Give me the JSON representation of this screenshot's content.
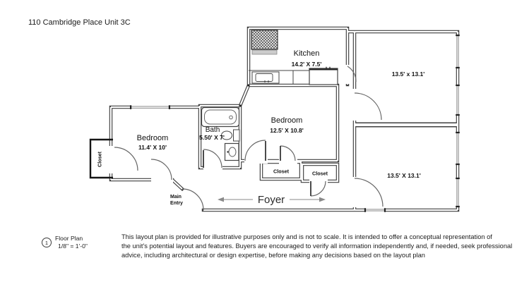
{
  "title": "110 Cambridge Place Unit 3C",
  "plan": {
    "kitchen": {
      "name": "Kitchen",
      "dims": "14.2' X 7.5'"
    },
    "bedroom_center": {
      "name": "Bedroom",
      "dims": "12.5' X 10.8'"
    },
    "bedroom_left": {
      "name": "Bedroom",
      "dims": "11.4' X 10'"
    },
    "bath": {
      "name": "Bath",
      "dims": "5.50' X 7'"
    },
    "room_top_right": {
      "dims": "13.5' x 13.1'"
    },
    "room_bottom_right": {
      "dims": "13.5' X 13.1'"
    },
    "closet_left_bedroom": {
      "label": "Closet"
    },
    "closet_hall_1": {
      "label": "Closet"
    },
    "closet_hall_2": {
      "label": "Closet"
    },
    "foyer": {
      "label": "Foyer"
    },
    "main_entry": {
      "line1": "Main",
      "line2": "Entry"
    }
  },
  "legend": {
    "number": "1",
    "name": "Floor Plan",
    "scale": "1/8\" = 1'-0\""
  },
  "disclaimer": {
    "line1": "This layout plan is provided for illustrative purposes only and is not to scale. It is intended to offer a conceptual representation of",
    "line2": "the unit's potential layout and features. Buyers are encouraged to verify all information independently and, if needed, seek professional",
    "line3": "advice, including architectural or design expertise, before making any decisions based on the layout plan"
  },
  "colors": {
    "wall": "#3f3f3f",
    "fixture": "#444444",
    "accent_dark": "#222222"
  }
}
